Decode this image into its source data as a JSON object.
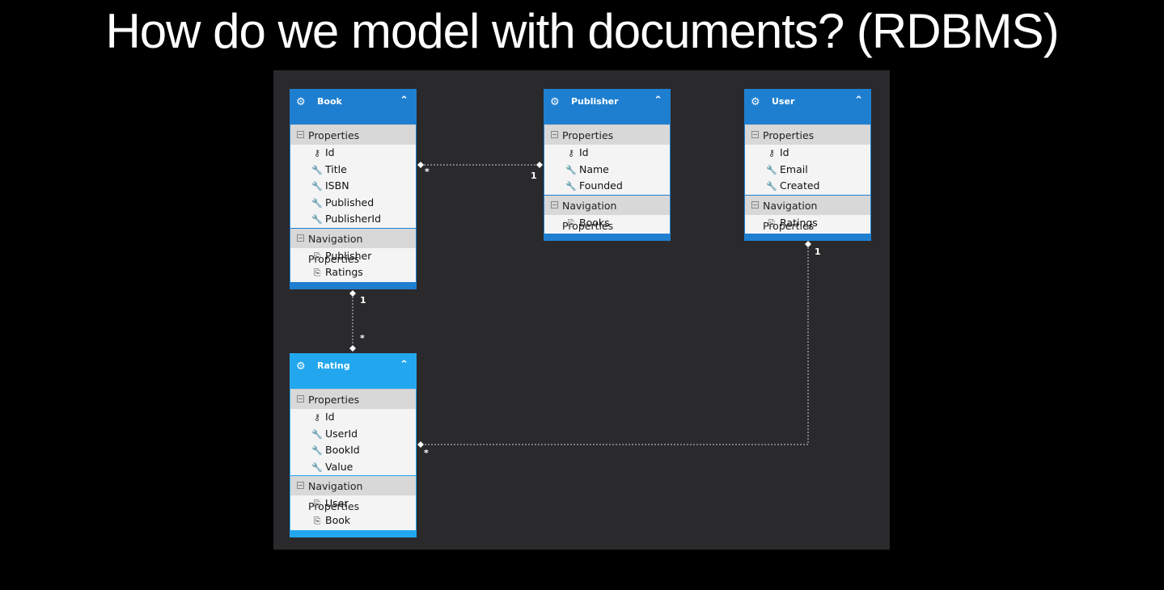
{
  "slide": {
    "title": "How do we model with documents? (RDBMS)"
  },
  "icons": {
    "entity": "entity-icon",
    "key": "key-icon",
    "property": "wrench-icon",
    "navigation": "navigation-icon",
    "collapse": "chevron-up-icon"
  },
  "colors": {
    "header": "#1e7fd0",
    "header_selected": "#22a7ee",
    "canvas": "#2a2a2c"
  },
  "labels": {
    "properties": "Properties",
    "navigation": "Navigation Properties"
  },
  "entities": {
    "book": {
      "name": "Book",
      "properties": [
        "Id",
        "Title",
        "ISBN",
        "Published",
        "PublisherId"
      ],
      "navigation": [
        "Publisher",
        "Ratings"
      ]
    },
    "publisher": {
      "name": "Publisher",
      "properties": [
        "Id",
        "Name",
        "Founded"
      ],
      "navigation": [
        "Books"
      ]
    },
    "user": {
      "name": "User",
      "properties": [
        "Id",
        "Email",
        "Created"
      ],
      "navigation": [
        "Ratings"
      ]
    },
    "rating": {
      "name": "Rating",
      "properties": [
        "Id",
        "UserId",
        "BookId",
        "Value"
      ],
      "navigation": [
        "User",
        "Book"
      ]
    }
  },
  "relationships": [
    {
      "from": "Book",
      "to": "Publisher",
      "from_mult": "*",
      "to_mult": "1"
    },
    {
      "from": "Book",
      "to": "Rating",
      "from_mult": "1",
      "to_mult": "*"
    },
    {
      "from": "User",
      "to": "Rating",
      "from_mult": "1",
      "to_mult": "*"
    }
  ]
}
